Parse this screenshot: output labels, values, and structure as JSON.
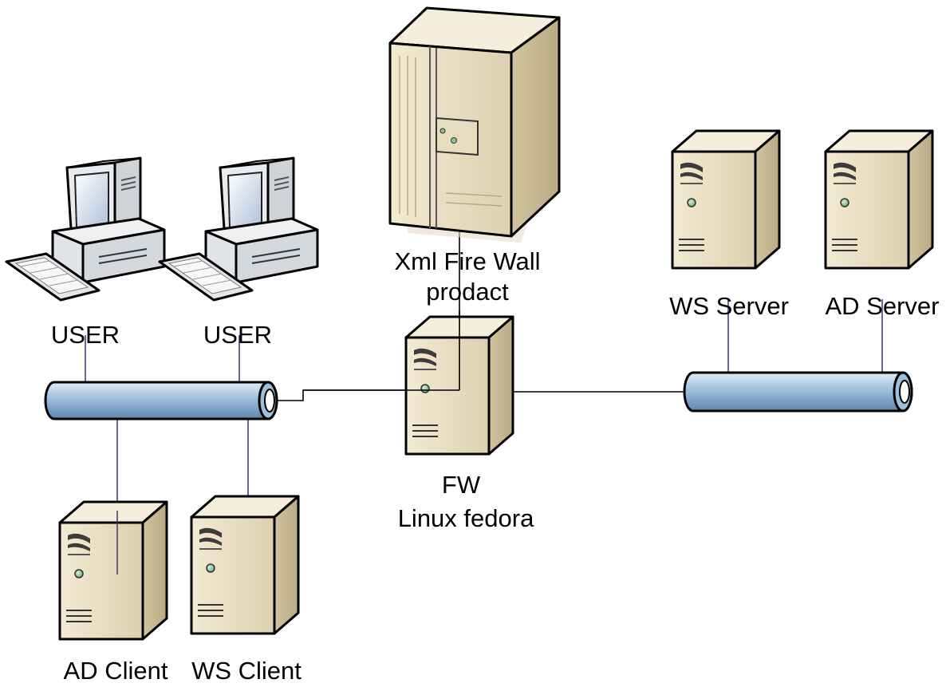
{
  "labels": {
    "user_1": "USER",
    "user_2": "USER",
    "xml_firewall_line1": "Xml Fire Wall",
    "xml_firewall_line2": "prodact",
    "fw_line1": "FW",
    "fw_line2": "Linux fedora",
    "ws_server": "WS Server",
    "ad_server": "AD Server",
    "ad_client": "AD Client",
    "ws_client": "WS Client"
  },
  "icons": {
    "workstation": "desktop-computer-icon",
    "tower_server": "tower-server-icon",
    "large_server": "rack-server-icon",
    "network_segment": "network-bus-icon"
  },
  "colors": {
    "case": "#e8dcc0",
    "case_side": "#cdbf9d",
    "shadow": "#e6dcc8",
    "bus": "#9ebfdc",
    "screen": "#c3d1e3",
    "led": "#8fc19a",
    "link_line": "#000000",
    "bus_drop_line": "#3b3470"
  }
}
